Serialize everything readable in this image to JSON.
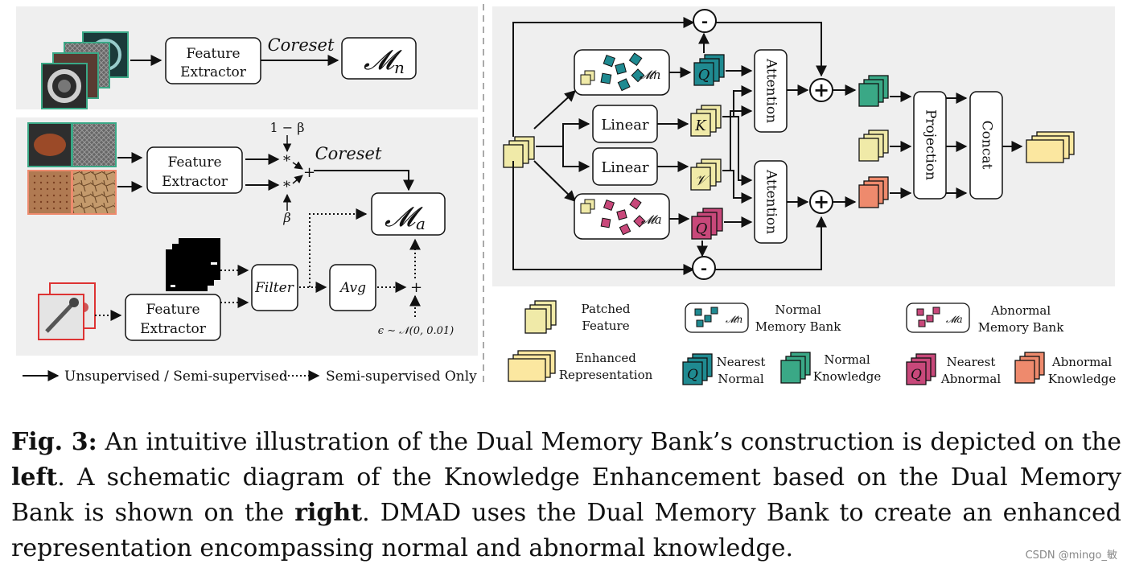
{
  "left": {
    "top_panel": {
      "extractor": [
        "Feature",
        "Extractor"
      ],
      "coreset": "Coreset",
      "bank_symbol": "𝓜",
      "bank_sub": "n"
    },
    "bottom_panel": {
      "extractor1": [
        "Feature",
        "Extractor"
      ],
      "extractor2": [
        "Feature",
        "Extractor"
      ],
      "one_minus_beta": "1 − β",
      "beta": "β",
      "times": "*",
      "plus": "+",
      "coreset": "Coreset",
      "bank_symbol": "𝓜",
      "bank_sub": "a",
      "filter": "Filter",
      "avg": "Avg",
      "noise": "ϵ ∼ 𝒩(0, 0.01)"
    },
    "legend": {
      "solid": "Unsupervised / Semi-supervised",
      "dotted": "Semi-supervised Only"
    }
  },
  "right": {
    "minus": "-",
    "plus": "+",
    "attention": "Attention",
    "linear": "Linear",
    "projection": "Projection",
    "concat": "Concat",
    "q": "Q",
    "k": "K",
    "v": "𝒱",
    "bank_n": "𝓜n",
    "bank_a": "𝓜a"
  },
  "legend": {
    "patched": [
      "Patched",
      "Feature"
    ],
    "normal_bank": [
      "Normal",
      "Memory Bank"
    ],
    "abnormal_bank": [
      "Abnormal",
      "Memory Bank"
    ],
    "enhanced": [
      "Enhanced",
      "Representation"
    ],
    "nearest_normal": [
      "Nearest",
      "Normal"
    ],
    "normal_knowledge": [
      "Normal",
      "Knowledge"
    ],
    "nearest_abnormal": [
      "Nearest",
      "Abnormal"
    ],
    "abnormal_knowledge": [
      "Abnormal",
      "Knowledge"
    ]
  },
  "caption": {
    "label": "Fig. 3:",
    "part1": " An intuitive illustration of the Dual Memory Bank’s construction is depicted on the ",
    "left_word": "left",
    "part2": ". A schematic diagram of the Knowledge Enhancement based on the Dual Memory Bank is shown on the ",
    "right_word": "right",
    "part3": ". DMAD uses the Dual Memory Bank to create an enhanced representation encompassing normal and abnormal knowledge."
  },
  "watermark": "CSDN @mingo_敏",
  "colors": {
    "panel": "#efefef",
    "patched": "#f0eaa8",
    "enhanced": "#fbe7a0",
    "teal": "#1f8a91",
    "green": "#3aa886",
    "pink": "#c8487a",
    "salmon": "#ee8a6d"
  }
}
